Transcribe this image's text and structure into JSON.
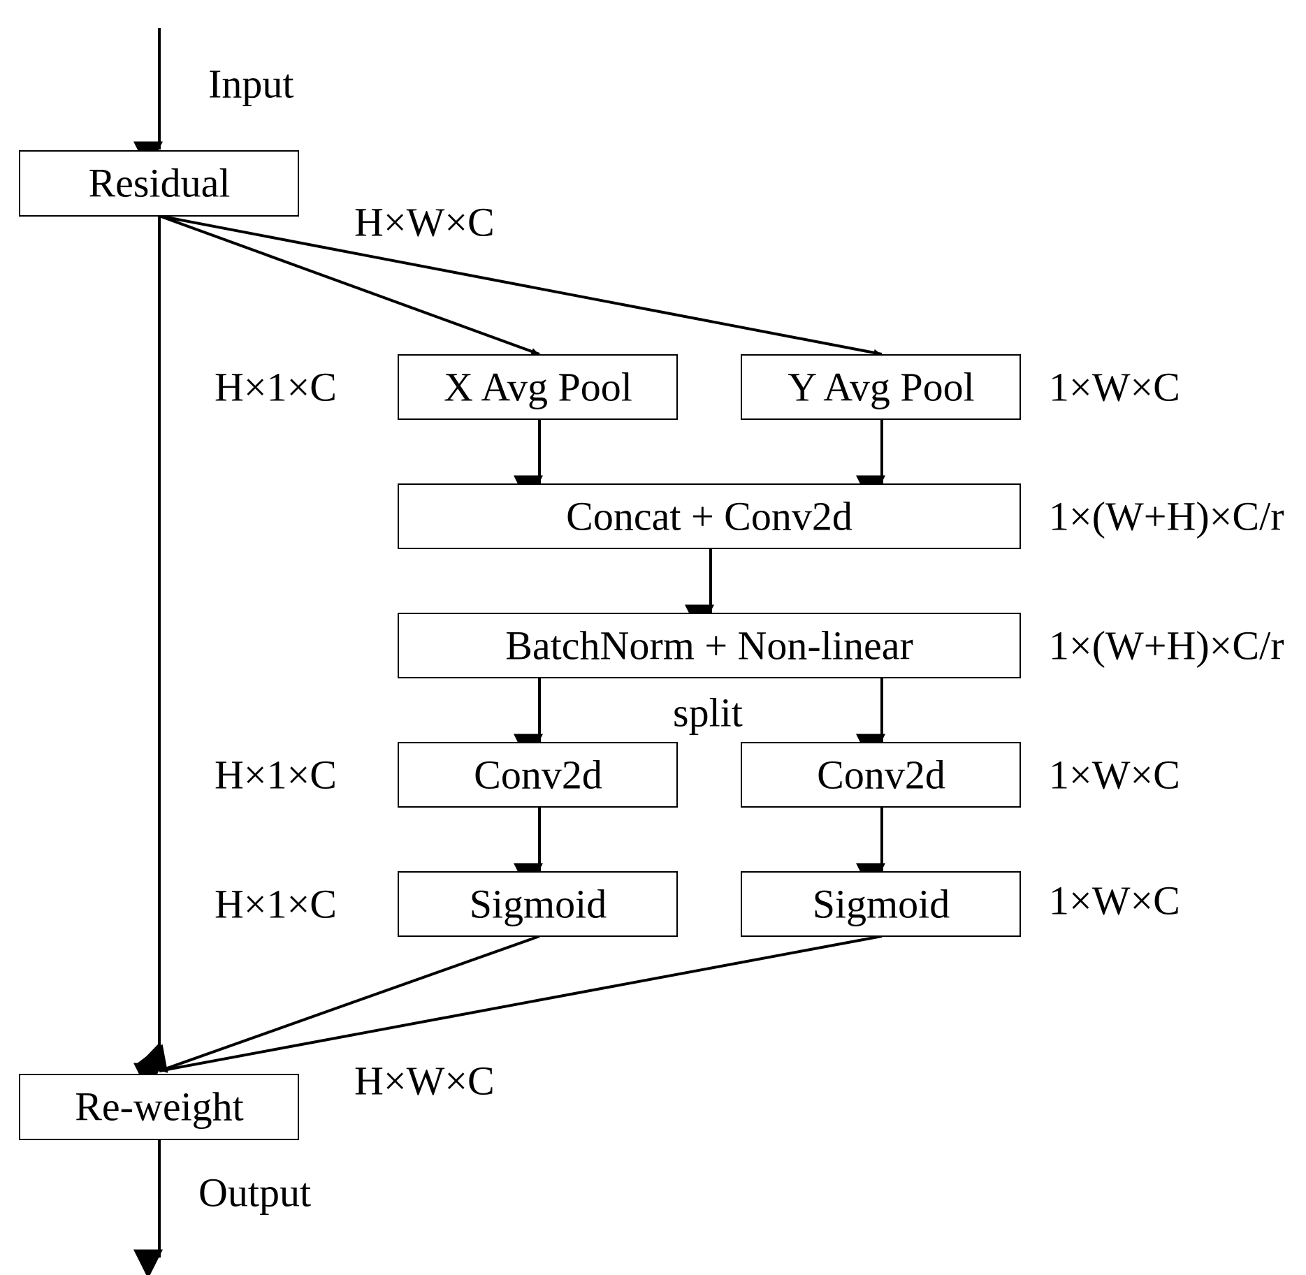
{
  "diagram": {
    "nodes": {
      "residual": "Residual",
      "x_avg_pool": "X Avg Pool",
      "y_avg_pool": "Y Avg Pool",
      "concat_conv": "Concat + Conv2d",
      "bn_nonlinear": "BatchNorm + Non-linear",
      "conv_x": "Conv2d",
      "conv_y": "Conv2d",
      "sigmoid_x": "Sigmoid",
      "sigmoid_y": "Sigmoid",
      "reweight": "Re-weight"
    },
    "labels": {
      "input": "Input",
      "output": "Output",
      "split": "split",
      "residual_out_dim": "H×W×C",
      "x_pool_dim": "H×1×C",
      "y_pool_dim": "1×W×C",
      "concat_dim": "1×(W+H)×C/r",
      "bn_dim": "1×(W+H)×C/r",
      "conv_x_dim": "H×1×C",
      "conv_y_dim": "1×W×C",
      "sigmoid_x_dim": "H×1×C",
      "sigmoid_y_dim": "1×W×C",
      "reweight_in_dim": "H×W×C"
    }
  }
}
